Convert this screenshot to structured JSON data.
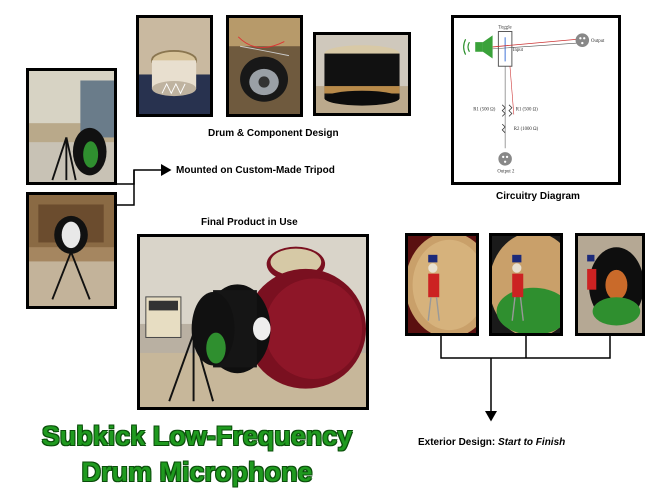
{
  "captions": {
    "drum_component": "Drum & Component Design",
    "mounted": "Mounted on Custom-Made Tripod",
    "final_product": "Final Product in Use",
    "circuitry": "Circuitry Diagram",
    "exterior_prefix": "Exterior Design: ",
    "exterior_emphasis": "Start to Finish"
  },
  "title": {
    "line1": "Subkick Low-Frequency",
    "line2": "Drum Microphone"
  },
  "circuit": {
    "toggle": "Toggle",
    "input": "Input",
    "output": "Output",
    "output2": "Output 2",
    "r1_left": "R1 (500 Ω)",
    "r1_right": "R1 (500 Ω)",
    "r2": "R2 (1000 Ω)"
  },
  "colors": {
    "title_green": "#1f9a1f",
    "title_outline": "#0a4d0a",
    "drum_red": "#7a1020",
    "frame": "#000000"
  }
}
